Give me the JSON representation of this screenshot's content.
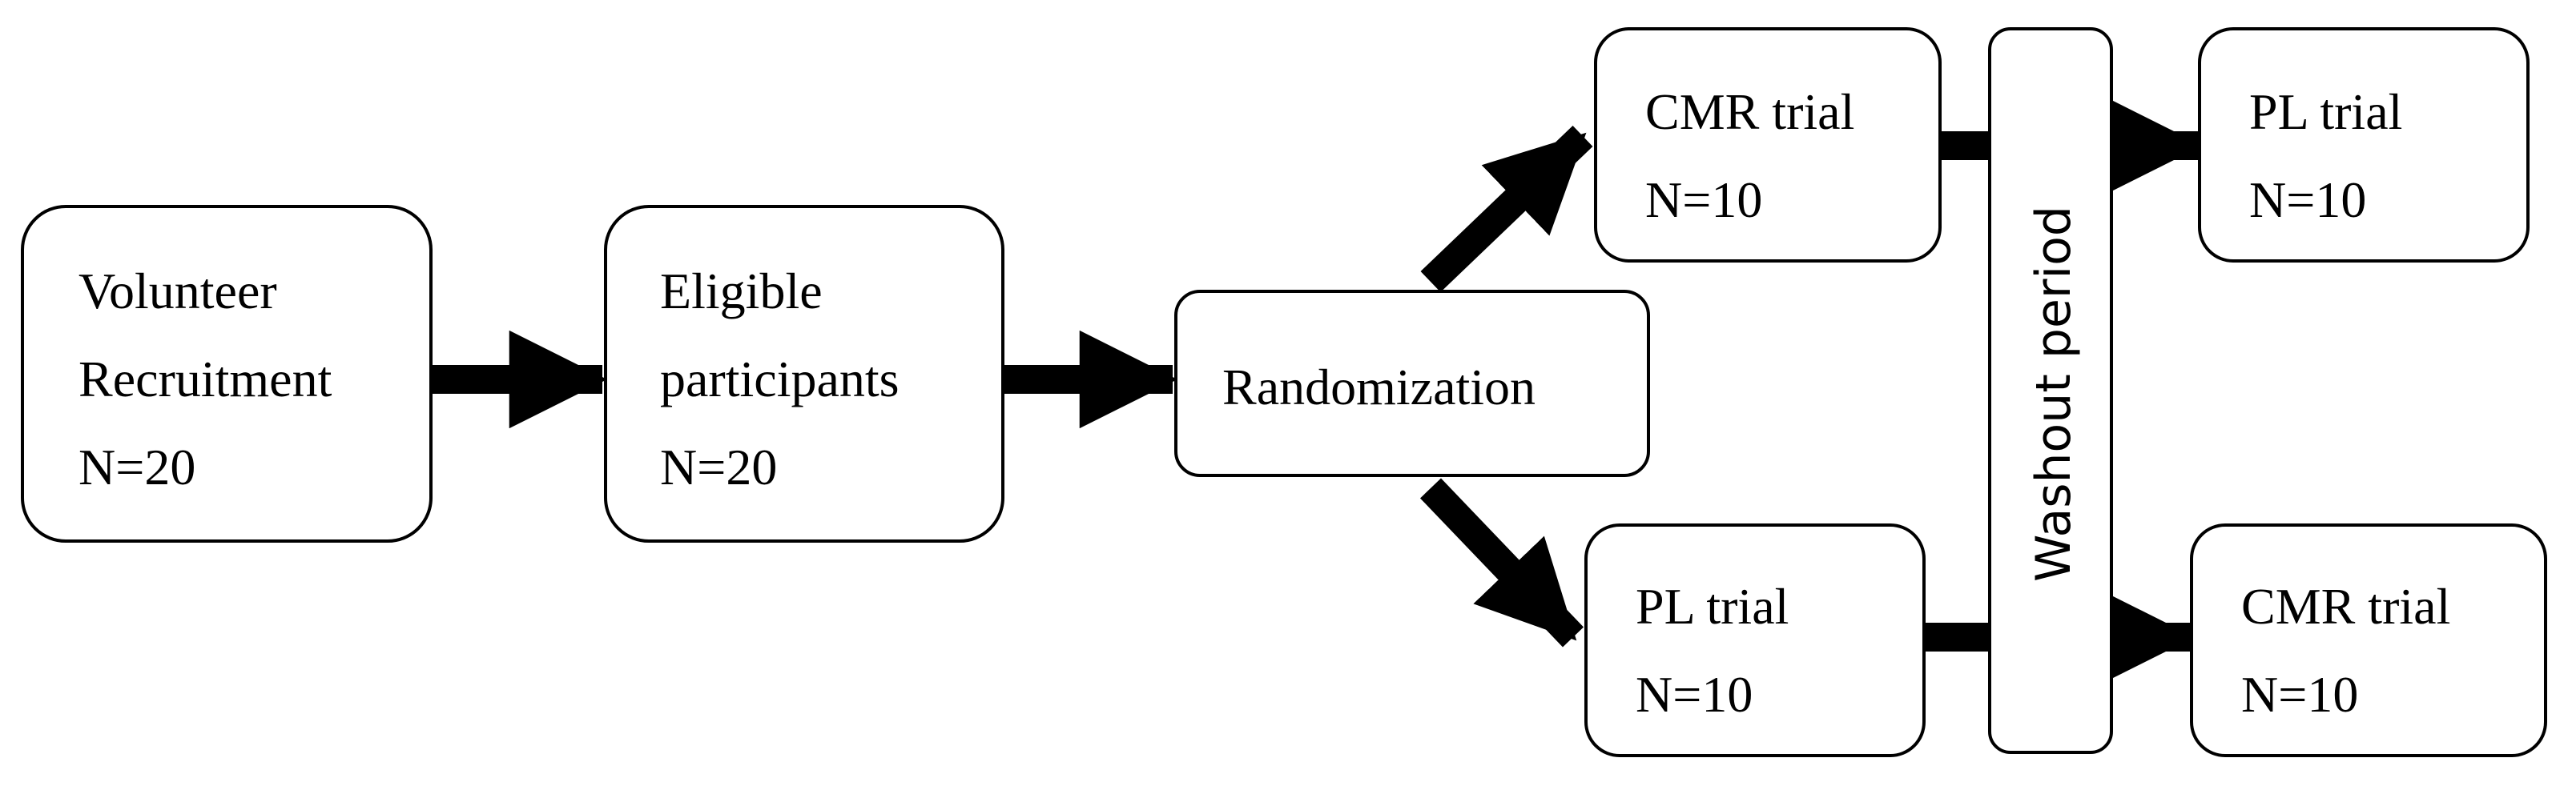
{
  "diagram": {
    "nodes": {
      "volunteer": {
        "lines": [
          "Volunteer",
          "Recruitment",
          "N=20"
        ]
      },
      "eligible": {
        "lines": [
          "Eligible",
          "participants",
          "N=20"
        ]
      },
      "randomization": {
        "label": "Randomization"
      },
      "cmr_trial_top": {
        "lines": [
          "CMR trial",
          "N=10"
        ]
      },
      "pl_trial_bottom": {
        "lines": [
          "PL trial",
          "N=10"
        ]
      },
      "washout": {
        "label": "Washout period"
      },
      "pl_trial_top": {
        "lines": [
          "PL trial",
          "N=10"
        ]
      },
      "cmr_trial_bottom": {
        "lines": [
          "CMR trial",
          "N=10"
        ]
      }
    },
    "edges": [
      {
        "from": "volunteer",
        "to": "eligible"
      },
      {
        "from": "eligible",
        "to": "randomization"
      },
      {
        "from": "randomization",
        "to": "cmr_trial_top"
      },
      {
        "from": "randomization",
        "to": "pl_trial_bottom"
      },
      {
        "from": "cmr_trial_top",
        "to": "washout"
      },
      {
        "from": "pl_trial_bottom",
        "to": "washout"
      },
      {
        "from": "washout",
        "to": "pl_trial_top"
      },
      {
        "from": "washout",
        "to": "cmr_trial_bottom"
      }
    ],
    "colors": {
      "stroke": "#000000",
      "fill": "#ffffff"
    }
  }
}
